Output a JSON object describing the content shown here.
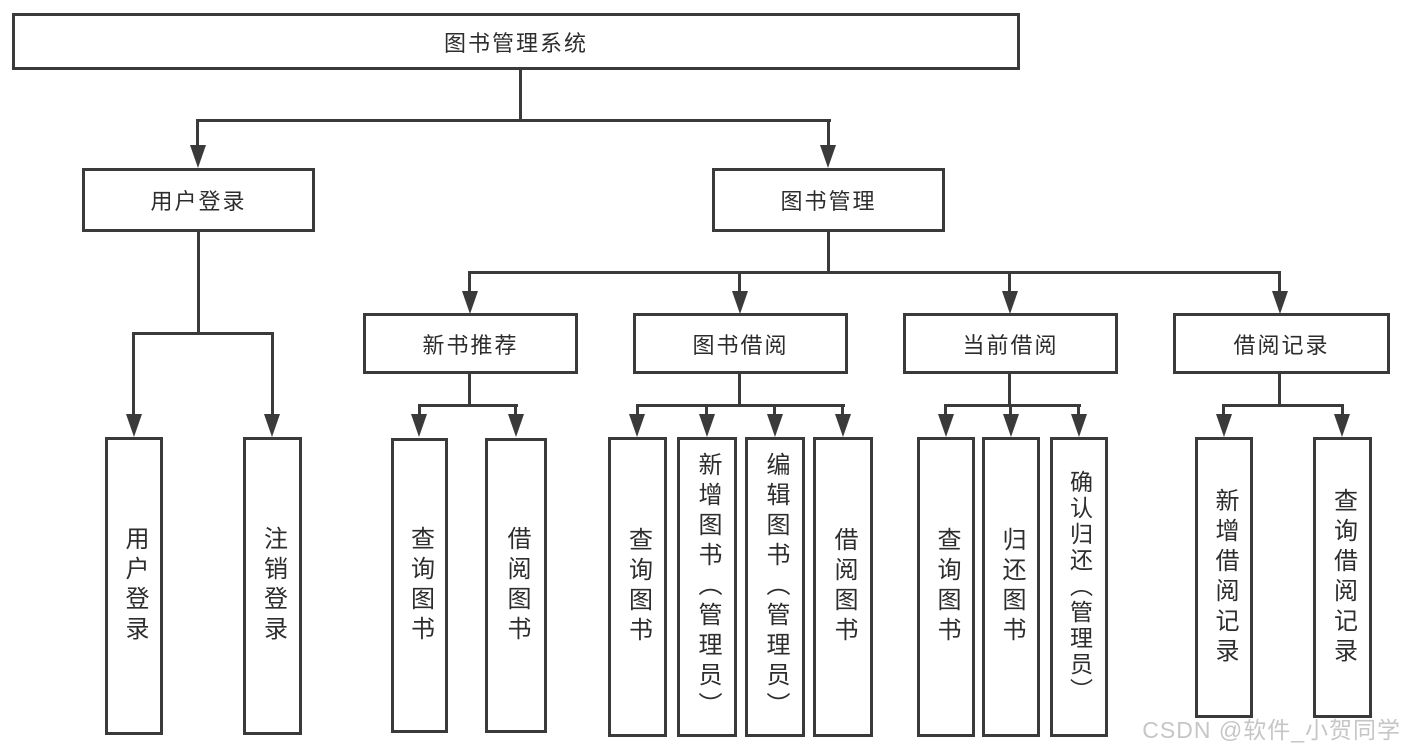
{
  "tree": {
    "root": "图书管理系统",
    "branches": [
      {
        "label": "用户登录",
        "children": [
          "用户登录",
          "注销登录"
        ]
      },
      {
        "label": "图书管理",
        "sections": [
          {
            "label": "新书推荐",
            "children": [
              "查询图书",
              "借阅图书"
            ]
          },
          {
            "label": "图书借阅",
            "children": [
              "查询图书",
              "新增图书（管理员）",
              "编辑图书（管理员）",
              "借阅图书"
            ]
          },
          {
            "label": "当前借阅",
            "children": [
              "查询图书",
              "归还图书",
              "确认归还（管理员）"
            ]
          },
          {
            "label": "借阅记录",
            "children": [
              "新增借阅记录",
              "查询借阅记录"
            ]
          }
        ]
      }
    ]
  },
  "watermark": {
    "text": "CSDN @软件_小贺同学"
  },
  "colors": {
    "line": "#3a3a3a",
    "text": "#2d2d2d",
    "background": "#ffffff",
    "watermark": "#c6c6c6"
  }
}
